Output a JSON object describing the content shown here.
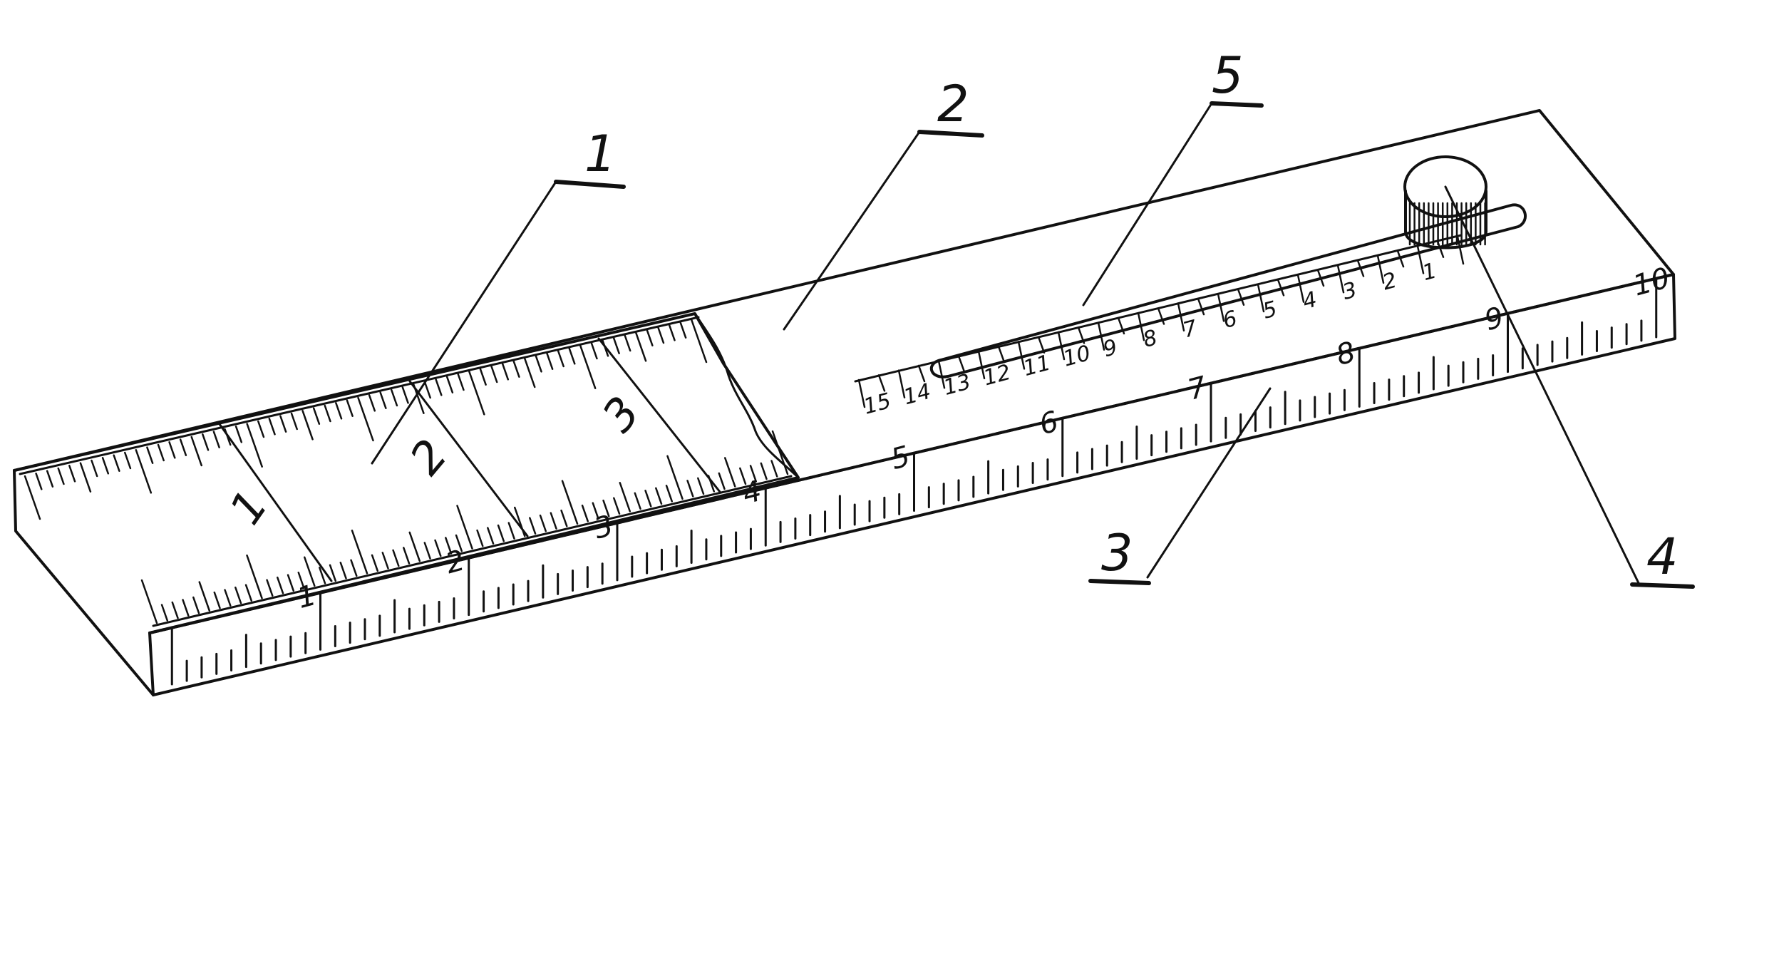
{
  "figure": {
    "background": "#ffffff",
    "ink": "#111111",
    "callouts": [
      {
        "id": "callout-1",
        "label": "1"
      },
      {
        "id": "callout-2",
        "label": "2"
      },
      {
        "id": "callout-3",
        "label": "3"
      },
      {
        "id": "callout-4",
        "label": "4"
      },
      {
        "id": "callout-5",
        "label": "5"
      }
    ],
    "main_scale_numbers": [
      "1",
      "2",
      "3",
      "4",
      "5",
      "6",
      "7",
      "8",
      "9",
      "10"
    ],
    "slide_scale_numbers": [
      "1",
      "2",
      "3"
    ],
    "slot_scale_numbers": [
      "1",
      "2",
      "3",
      "4",
      "5",
      "6",
      "7",
      "8",
      "9",
      "10",
      "11",
      "12",
      "13",
      "14",
      "15"
    ]
  }
}
